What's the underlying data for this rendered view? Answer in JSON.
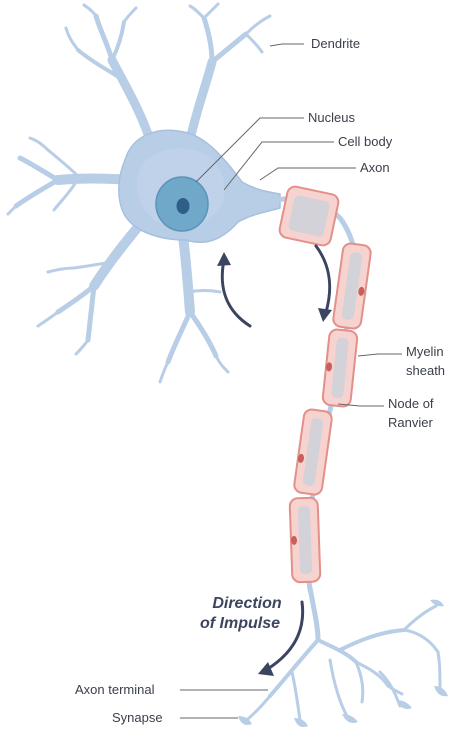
{
  "labels": {
    "dendrite": "Dendrite",
    "nucleus": "Nucleus",
    "cell_body": "Cell body",
    "axon": "Axon",
    "myelin_sheath_line1": "Myelin",
    "myelin_sheath_line2": "sheath",
    "node_of_ranvier_line1": "Node of",
    "node_of_ranvier_line2": "Ranvier",
    "axon_terminal": "Axon terminal",
    "synapse": "Synapse"
  },
  "direction": {
    "line1": "Direction",
    "line2": "of Impulse"
  },
  "colors": {
    "neuron_fill": "#b8cde6",
    "neuron_stroke": "#98b3d6",
    "nucleus_fill": "#6fa8c8",
    "nucleolus_fill": "#2f5f87",
    "myelin_fill": "#f6d3cf",
    "myelin_stroke": "#e38f8a",
    "myelin_core": "#d2d2d8",
    "arrow": "#3b4560",
    "leader_line": "#666666",
    "label_text": "#3a3f4a"
  }
}
